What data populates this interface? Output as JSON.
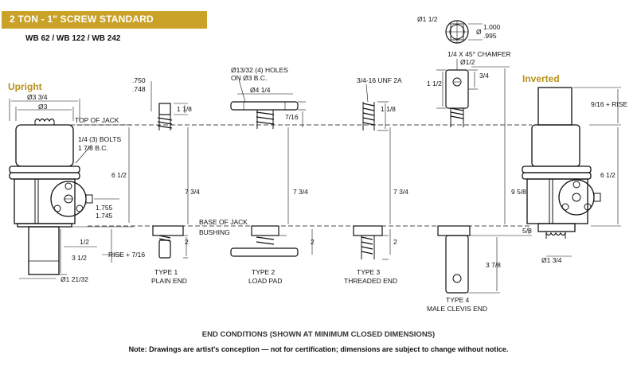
{
  "header": {
    "banner": "2 TON - 1\" SCREW STANDARD",
    "models": "WB 62 / WB 122 / WB 242",
    "banner_color": "#c9a227"
  },
  "labels": {
    "upright": "Upright",
    "inverted": "Inverted",
    "top_of_jack": "TOP OF JACK",
    "base_of_jack": "BASE OF JACK",
    "bushing": "BUSHING"
  },
  "upright_dims": {
    "d334": "Ø3 3/4",
    "d3": "Ø3",
    "bolts_1": "1/4 (3) BOLTS",
    "bolts_2": "1 7/8 B.C.",
    "h612": "6 1/2",
    "shaft_top": "1.755",
    "shaft_bot": "1.745",
    "d12": "1/2",
    "d312": "3 1/2",
    "rise": "RISE + 7/16",
    "d12132": "Ø1 21/32"
  },
  "type1": {
    "d750": ".750",
    "d748": ".748",
    "h118": "1 1/8",
    "h734": "7 3/4",
    "h2": "2",
    "name1": "TYPE 1",
    "name2": "PLAIN END"
  },
  "type2": {
    "holes1": "Ø13/32 (4) HOLES",
    "holes2": "ON Ø3 B.C.",
    "d414": "Ø4 1/4",
    "h716": "7/16",
    "h734": "7 3/4",
    "h2": "2",
    "name1": "TYPE 2",
    "name2": "LOAD PAD"
  },
  "type3": {
    "thread": "3/4-16 UNF 2A",
    "h118": "1 1/8",
    "h734": "7 3/4",
    "h2": "2",
    "name1": "TYPE 3",
    "name2": "THREADED END"
  },
  "type4": {
    "d112": "Ø1 1/2",
    "d1000": "1.000",
    "d995": ".995",
    "chamfer": "1/4 X 45° CHAMFER",
    "d12": "Ø1/2",
    "h112": "1 1/2",
    "h34": "3/4",
    "h958": "9 5/8",
    "h378": "3 7/8",
    "name1": "TYPE 4",
    "name2": "MALE CLEVIS END"
  },
  "inverted_dims": {
    "rise": "9/16 + RISE",
    "h612": "6 1/2",
    "h58": "5/8",
    "d134": "Ø1 3/4"
  },
  "footer": {
    "title": "END CONDITIONS (SHOWN AT MINIMUM CLOSED DIMENSIONS)",
    "note": "Note: Drawings are artist's conception — not for certification; dimensions are subject to change without notice."
  }
}
